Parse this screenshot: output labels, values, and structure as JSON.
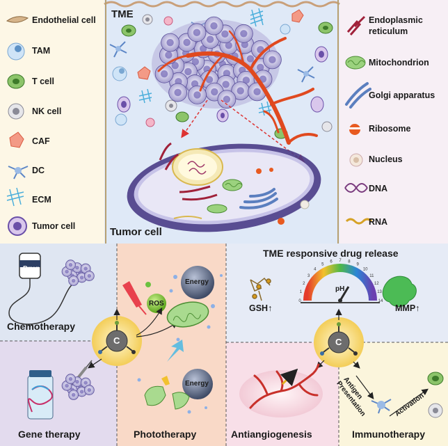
{
  "top": {
    "tme_title": "TME",
    "tumor_cell_title": "Tumor cell"
  },
  "legend_left": [
    {
      "label": "Endothelial cell",
      "icon": "endothelial-cell-icon"
    },
    {
      "label": "TAM",
      "icon": "tam-icon"
    },
    {
      "label": "T cell",
      "icon": "t-cell-icon"
    },
    {
      "label": "NK cell",
      "icon": "nk-cell-icon"
    },
    {
      "label": "CAF",
      "icon": "caf-icon"
    },
    {
      "label": "DC",
      "icon": "dc-icon"
    },
    {
      "label": "ECM",
      "icon": "ecm-icon"
    },
    {
      "label": "Tumor cell",
      "icon": "tumor-cell-icon"
    }
  ],
  "legend_right": [
    {
      "label": "Endoplasmic",
      "label2": "reticulum",
      "icon": "endoplasmic-reticulum-icon"
    },
    {
      "label": "Mitochondrion",
      "icon": "mitochondrion-icon"
    },
    {
      "label": "Golgi apparatus",
      "icon": "golgi-apparatus-icon"
    },
    {
      "label": "Ribosome",
      "icon": "ribosome-icon"
    },
    {
      "label": "Nucleus",
      "icon": "nucleus-icon"
    },
    {
      "label": "DNA",
      "icon": "dna-icon"
    },
    {
      "label": "RNA",
      "icon": "rna-icon"
    }
  ],
  "bottom": {
    "drug_label": "Drug",
    "chemotherapy": "Chemotherapy",
    "gene_therapy": "Gene therapy",
    "ros": "ROS",
    "energy_1": "Energy",
    "energy_2": "Energy",
    "phototherapy": "Phototherapy",
    "tme_release_title": "TME responsive drug release",
    "ph": "pH",
    "ph_ticks": [
      "0",
      "1",
      "2",
      "3",
      "4",
      "5",
      "6",
      "7",
      "8",
      "9",
      "10",
      "11",
      "12",
      "13",
      "14"
    ],
    "gsh": "GSH↑",
    "mmp": "MMP↑",
    "antiangiogenesis": "Antiangiogenesis",
    "antigen": "Antigen",
    "presentation": "Presentation",
    "activation": "Activation",
    "immunotherapy": "Immunotherapy",
    "center_letter_1": "C",
    "center_letter_2": "C"
  },
  "colors": {
    "left_panel_bg": "#fdf7e6",
    "tme_bg": "#dfe9f7",
    "right_panel_bg": "#f7eff5",
    "chemo_bg": "#dfe6f2",
    "photo_bg": "#f9d9c7",
    "gene_bg": "#e3dbee",
    "release_bg": "#e6ebf6",
    "antiang_bg": "#f8dfe8",
    "immuno_bg": "#fbf5dc",
    "vessel": "#e0491f"
  }
}
